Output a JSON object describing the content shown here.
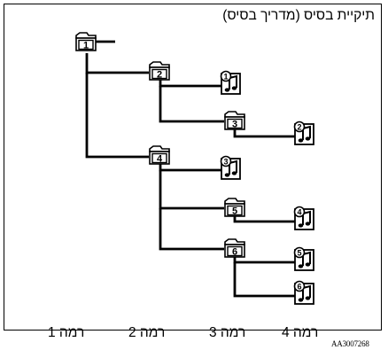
{
  "title": "תיקיית בסיס (מדריך בסיס)",
  "folders": [
    {
      "id": "folder-1",
      "label": "1"
    },
    {
      "id": "folder-2",
      "label": "2"
    },
    {
      "id": "folder-3",
      "label": "3"
    },
    {
      "id": "folder-4",
      "label": "4"
    },
    {
      "id": "folder-5",
      "label": "5"
    },
    {
      "id": "folder-6",
      "label": "6"
    }
  ],
  "tracks": [
    {
      "id": "track-1",
      "label": "1",
      "icon": "music-note-icon"
    },
    {
      "id": "track-2",
      "label": "2",
      "icon": "music-note-icon"
    },
    {
      "id": "track-3",
      "label": "3",
      "icon": "music-note-icon"
    },
    {
      "id": "track-4",
      "label": "4",
      "icon": "music-note-icon"
    },
    {
      "id": "track-5",
      "label": "5",
      "icon": "music-note-icon"
    },
    {
      "id": "track-6",
      "label": "6",
      "icon": "music-note-icon"
    }
  ],
  "levels": [
    "רמה 1",
    "רמה 2",
    "רמה 3",
    "רמה 4"
  ],
  "code": "AA3007268"
}
